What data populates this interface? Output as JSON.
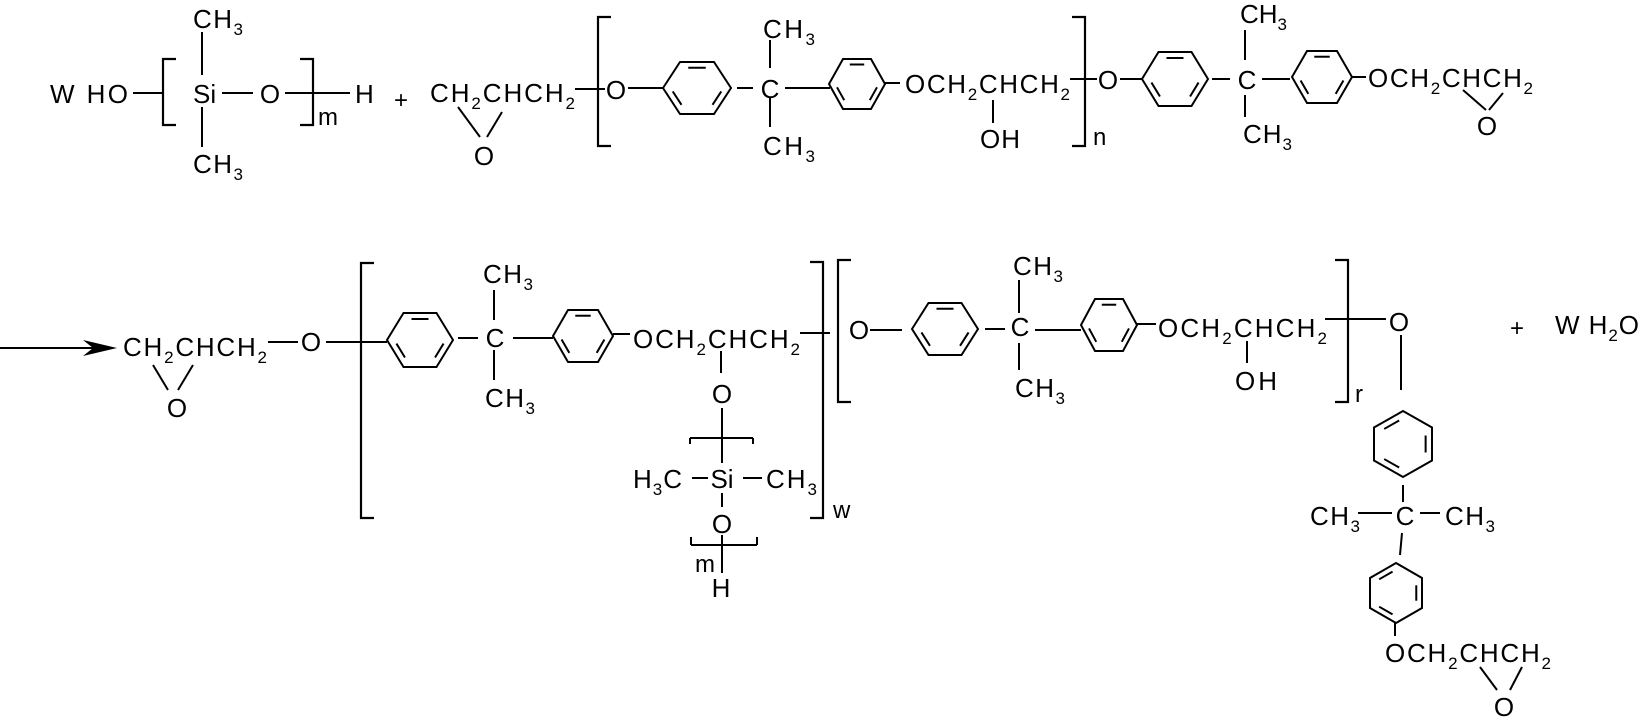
{
  "reactants": {
    "siloxane": {
      "prefix": "W HO",
      "silicon": "Si",
      "methyl_top": "CH₃",
      "methyl_bottom": "CH₃",
      "oxygen": "O",
      "repeat_index": "m",
      "terminal": "H"
    },
    "plus": "+",
    "epoxy_resin": {
      "glycidyl": "CH₂CHCH₂",
      "epoxide_oxygen": "O",
      "ether_oxygen": "O",
      "quaternary_carbon": "C",
      "methyl_top": "CH₃",
      "methyl_bottom": "CH₃",
      "hydroxypropyl": "OCH₂CHCH₂",
      "hydroxyl": "OH",
      "repeat_index": "n",
      "ether_oxygen_2": "O",
      "quaternary_carbon_2": "C",
      "methyl_top_2": "CH₃",
      "methyl_bottom_2": "CH₃",
      "glycidyl_end": "OCH₂CHCH₂",
      "epoxide_oxygen_end": "O"
    }
  },
  "product": {
    "glycidyl": "CH₂CHCH₂",
    "epoxide_oxygen": "O",
    "ether_oxygen": "O",
    "unit_w": {
      "quaternary_carbon": "C",
      "methyl_top": "CH₃",
      "methyl_bottom": "CH₃",
      "chain": "OCH₂CHCH₂",
      "side_oxygen": "O",
      "si_left_methyl": "H₃C",
      "silicon": "Si",
      "si_right_methyl": "CH₃",
      "si_oxygen": "O",
      "siloxane_index": "m",
      "terminal": "H",
      "repeat_index": "w"
    },
    "unit_r": {
      "ether_oxygen": "O",
      "quaternary_carbon": "C",
      "methyl_top": "CH₃",
      "methyl_bottom": "CH₃",
      "chain": "OCH₂CHCH₂",
      "hydroxyl": "OH",
      "repeat_index": "r"
    },
    "end_group": {
      "ether_oxygen": "O",
      "quaternary_carbon": "C",
      "methyl_left": "CH₃",
      "methyl_right": "CH₃",
      "glycidyl": "OCH₂CHCH₂",
      "epoxide_oxygen": "O"
    }
  },
  "byproduct": {
    "plus": "+",
    "water": "W H₂O"
  }
}
